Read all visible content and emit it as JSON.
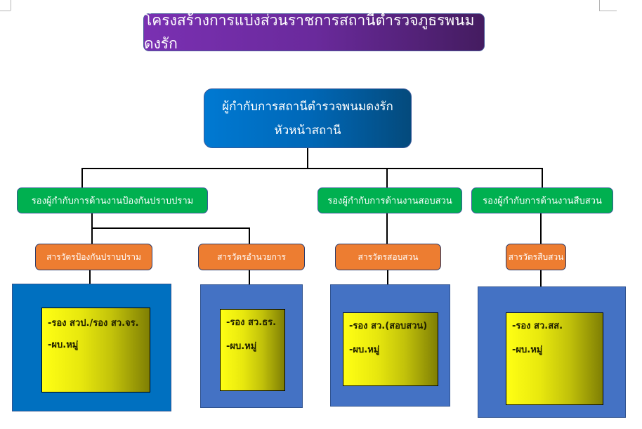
{
  "title": "โครงสร้างการแบ่งส่วนราชการสถานีตำรวจภูธรพนมดงรัก",
  "head": {
    "line1": "ผู้กำกับการสถานีตำรวจพนมดงรัก",
    "line2": "หัวหน้าสถานี"
  },
  "deputies": [
    {
      "label": "รองผู้กำกับการด้านงานป้องกันปราบปราม"
    },
    {
      "label": "รองผู้กำกับการด้านงานสอบสวน"
    },
    {
      "label": "รองผู้กำกับการด้านงานสืบสวน"
    }
  ],
  "units": [
    {
      "label": "สารวัตรป้องกันปราบปราม",
      "staff": [
        "-รอง สวป./รอง สว.จร.",
        "-ผบ.หมู่"
      ]
    },
    {
      "label": "สารวัตรอำนวยการ",
      "staff": [
        "-รอง สว.ธร.",
        "-ผบ.หมู่"
      ]
    },
    {
      "label": "สารวัตรสอบสวน",
      "staff": [
        "-รอง สว.(สอบสวน)",
        "-ผบ.หมู่"
      ]
    },
    {
      "label": "สารวัตรสืบสวน",
      "staff": [
        "-รอง สว.สส.",
        "-ผบ.หมู่"
      ]
    }
  ],
  "colors": {
    "title": "#7a30b2",
    "head": "#0079d2",
    "deputy": "#00b050",
    "unit": "#ed7d31",
    "panel_dark": "#0070c0",
    "panel": "#4472c4",
    "staff": "#ffff14"
  }
}
